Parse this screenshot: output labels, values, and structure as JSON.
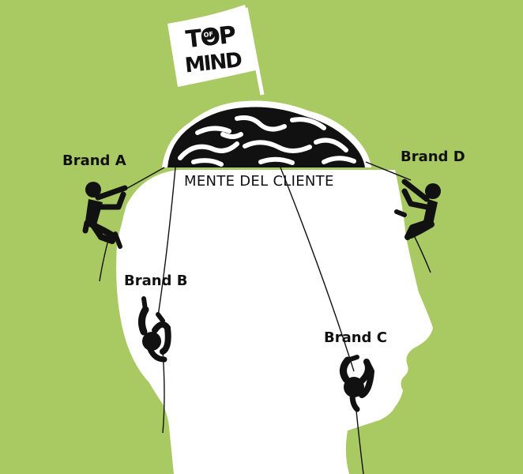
{
  "logo": {
    "word_top": "TOP",
    "word_of": "OF",
    "word_mind": "MIND"
  },
  "caption": "MENTE DEL CLIENTE",
  "climbers": [
    {
      "label": "Brand A"
    },
    {
      "label": "Brand B"
    },
    {
      "label": "Brand C"
    },
    {
      "label": "Brand D"
    }
  ],
  "colors": {
    "background": "#a9c963",
    "head": "#ffffff",
    "ink": "#111111"
  }
}
